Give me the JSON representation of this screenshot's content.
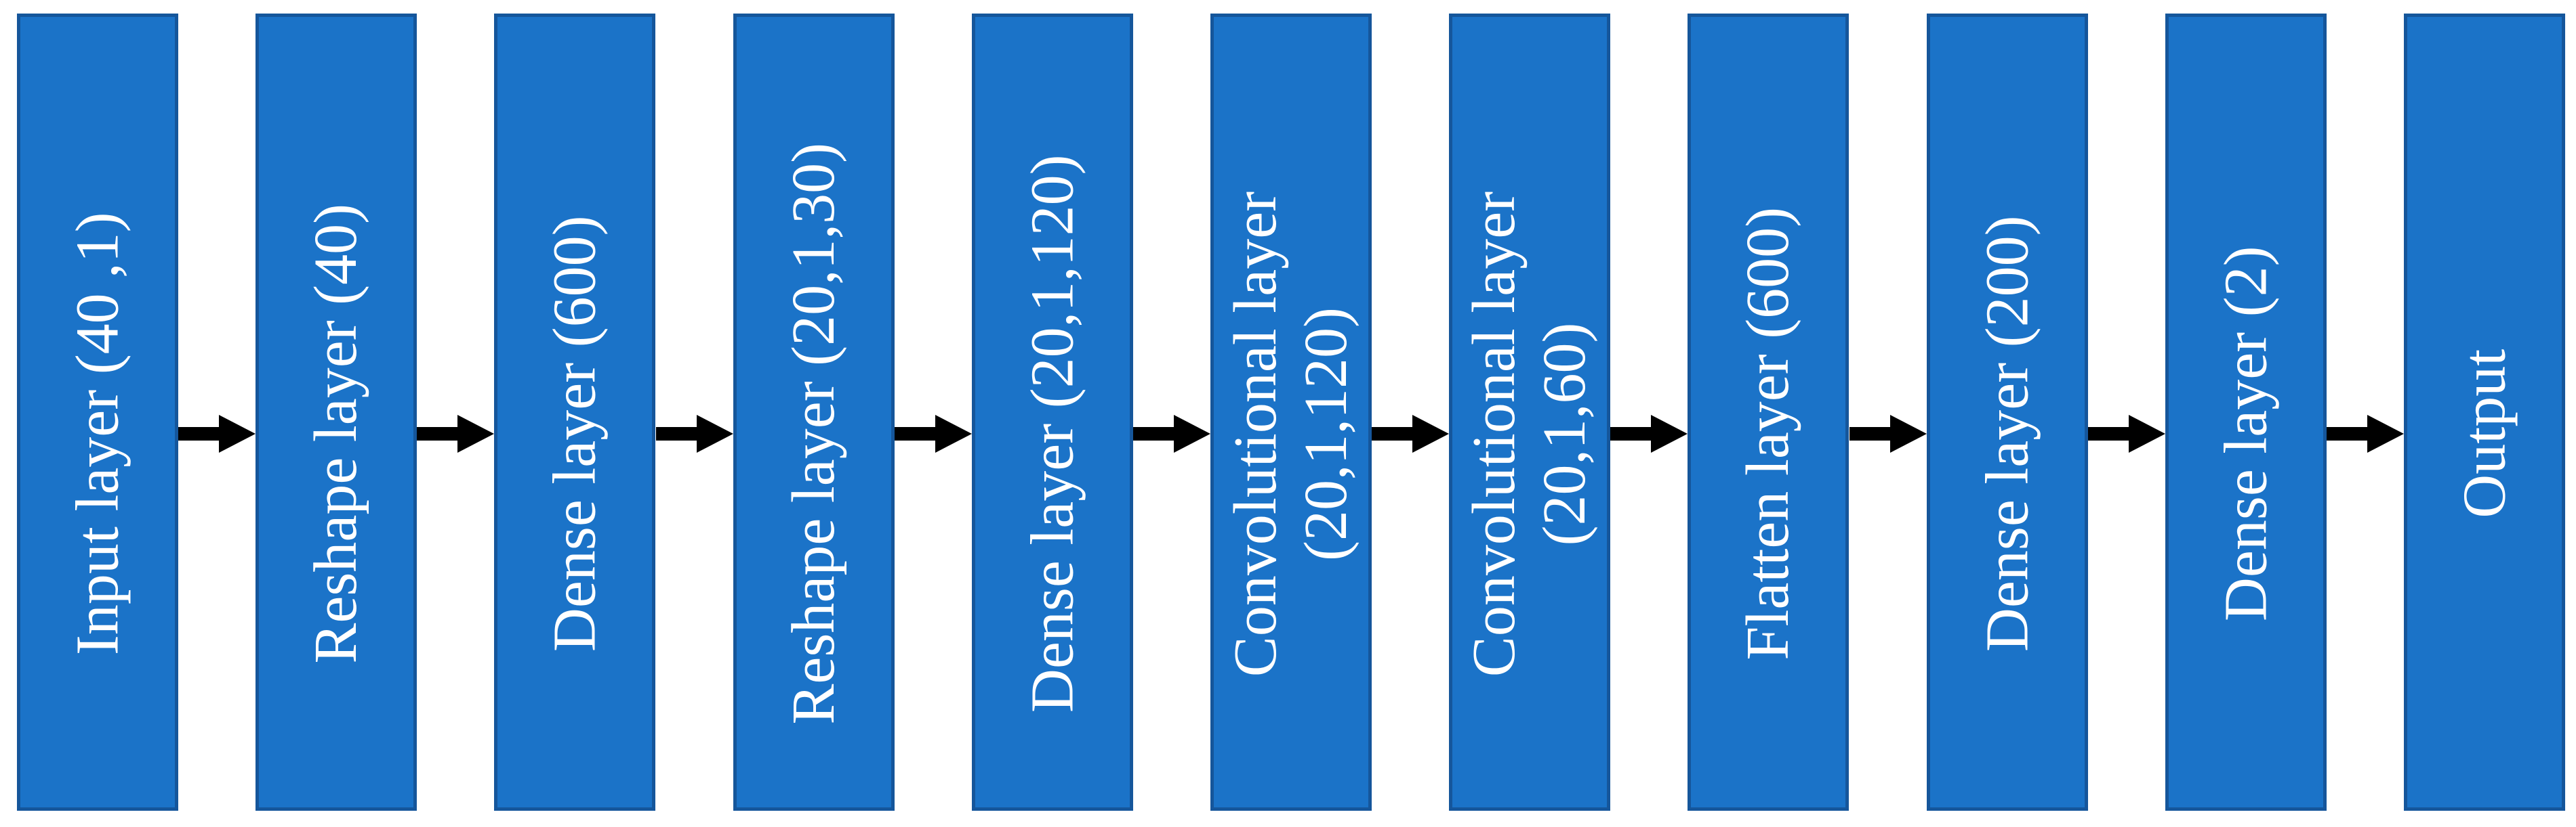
{
  "diagram": {
    "type": "flow-diagram",
    "description_visible_content_only": "Neural network layer pipeline, left to right",
    "colors": {
      "box_fill": "#1b73c8",
      "box_border": "#15569b",
      "label_text": "#ffffff",
      "arrow": "#000000",
      "background": "#ffffff"
    },
    "connector_style": "solid-black-right-arrow",
    "boxes": [
      {
        "id": "input",
        "lines": [
          "Input layer (40 ,1)"
        ]
      },
      {
        "id": "reshape1",
        "lines": [
          "Reshape layer (40)"
        ]
      },
      {
        "id": "dense1",
        "lines": [
          "Dense layer (600)"
        ]
      },
      {
        "id": "reshape2",
        "lines": [
          "Reshape layer (20,1,30)"
        ]
      },
      {
        "id": "dense2",
        "lines": [
          "Dense layer (20,1,120)"
        ]
      },
      {
        "id": "conv1",
        "lines": [
          "Convolutional layer",
          "(20,1,120)"
        ]
      },
      {
        "id": "conv2",
        "lines": [
          "Convolutional layer",
          "(20,1,60)"
        ]
      },
      {
        "id": "flatten",
        "lines": [
          "Flatten layer (600)"
        ]
      },
      {
        "id": "dense3",
        "lines": [
          "Dense layer (200)"
        ]
      },
      {
        "id": "dense4",
        "lines": [
          "Dense layer (2)"
        ]
      },
      {
        "id": "output",
        "lines": [
          "Output"
        ]
      }
    ]
  }
}
